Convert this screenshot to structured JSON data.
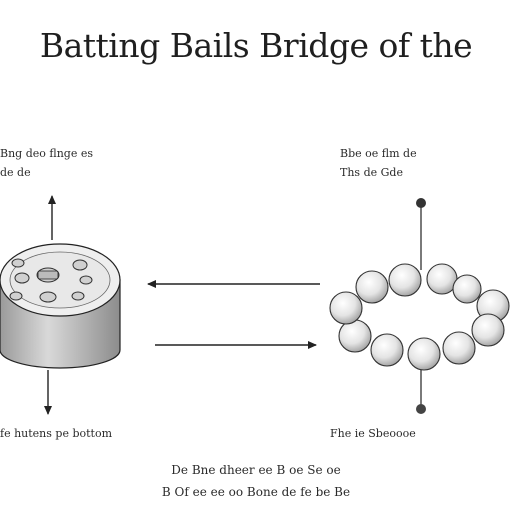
{
  "title": "Batting Bails Bridge of the",
  "left_device": {
    "top_label_1": "Bng deo flnge es",
    "top_label_2": "de de",
    "bottom_label": "fe hutens pe bottom"
  },
  "right_bracelet": {
    "top_label_1": "Bbe oe flm de",
    "top_label_2": "Ths de Gde",
    "bottom_label": "Fhe ie Sbeoooe"
  },
  "caption": {
    "line1": "De Bne dheer ee B oe Se oe",
    "line2": "B Of ee ee oo Bone de fe be Be"
  },
  "colors": {
    "background": "#ffffff",
    "stroke": "#222222",
    "bead_fill": "#e6e6e6",
    "device_fill": "#d6d6d6"
  }
}
